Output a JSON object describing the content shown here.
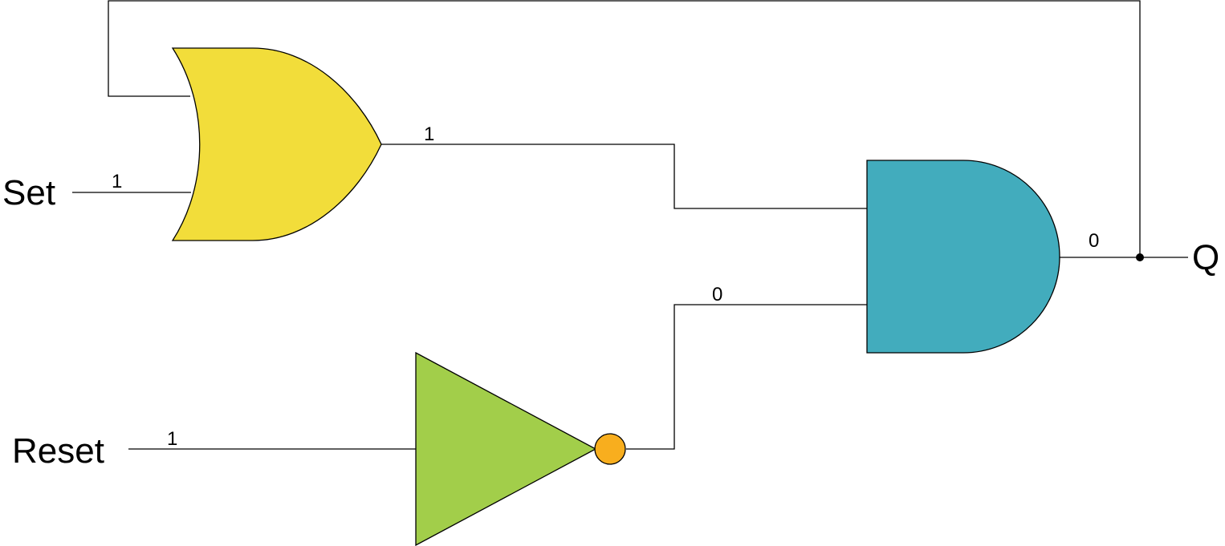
{
  "colors": {
    "or_gate": "#F2DD3A",
    "and_gate": "#42ACBD",
    "not_gate": "#A2CE4A",
    "inverter_bubble": "#F8AE1E",
    "wire": "#000000",
    "background": "#FFFFFF"
  },
  "labels": {
    "set": "Set",
    "reset": "Reset",
    "q": "Q"
  },
  "signals": {
    "set_value": "1",
    "reset_value": "1",
    "or_output": "1",
    "not_output": "0",
    "and_output": "0"
  }
}
